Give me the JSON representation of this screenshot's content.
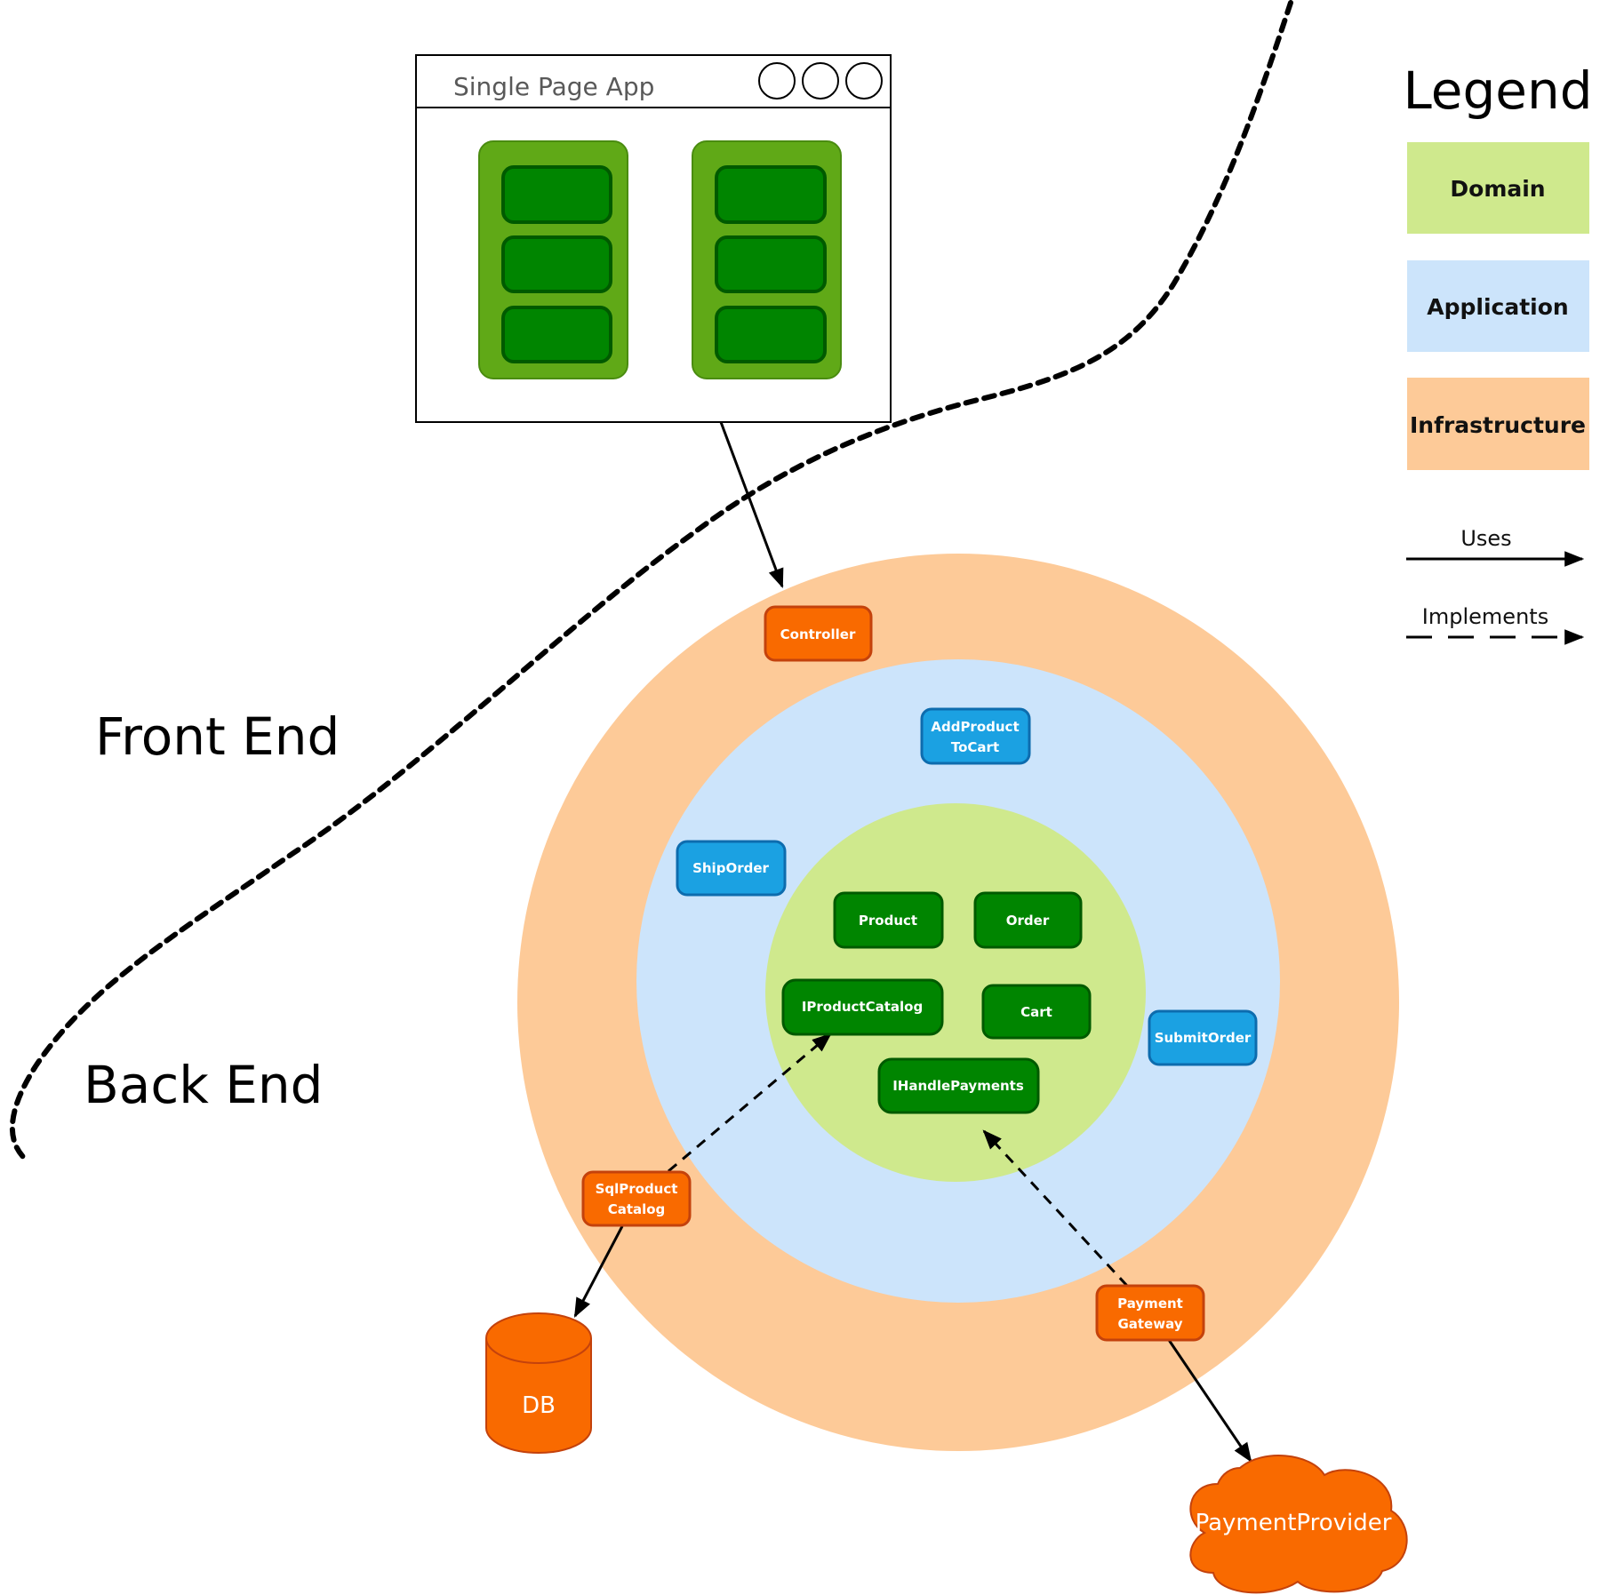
{
  "diagram": {
    "browser_window": {
      "title": "Single Page App",
      "window_buttons": [
        "window-button",
        "window-button",
        "window-button"
      ],
      "panels": [
        {
          "widgets": 3
        },
        {
          "widgets": 3
        }
      ]
    },
    "regions": {
      "front_end": "Front End",
      "back_end": "Back End"
    },
    "layers": [
      {
        "id": "infrastructure",
        "name": "Infrastructure",
        "color": "#fdca98"
      },
      {
        "id": "application",
        "name": "Application",
        "color": "#cce4fb"
      },
      {
        "id": "domain",
        "name": "Domain",
        "color": "#cfe98d"
      }
    ],
    "nodes": {
      "controller": {
        "lines": [
          "Controller"
        ],
        "layer": "infrastructure"
      },
      "add_product_to_cart": {
        "lines": [
          "AddProduct",
          "ToCart"
        ],
        "layer": "application"
      },
      "ship_order": {
        "lines": [
          "ShipOrder"
        ],
        "layer": "application"
      },
      "submit_order": {
        "lines": [
          "SubmitOrder"
        ],
        "layer": "application"
      },
      "product": {
        "lines": [
          "Product"
        ],
        "layer": "domain"
      },
      "order": {
        "lines": [
          "Order"
        ],
        "layer": "domain"
      },
      "iproduct_catalog": {
        "lines": [
          "IProductCatalog"
        ],
        "layer": "domain"
      },
      "cart": {
        "lines": [
          "Cart"
        ],
        "layer": "domain"
      },
      "ihandle_payments": {
        "lines": [
          "IHandlePayments"
        ],
        "layer": "domain"
      },
      "sql_product_catalog": {
        "lines": [
          "SqlProduct",
          "Catalog"
        ],
        "layer": "infrastructure"
      },
      "payment_gateway": {
        "lines": [
          "Payment",
          "Gateway"
        ],
        "layer": "infrastructure"
      }
    },
    "externals": {
      "db": "DB",
      "payment_provider": "PaymentProvider"
    },
    "edges": [
      {
        "from": "Single Page App",
        "to": "Controller",
        "type": "uses"
      },
      {
        "from": "SqlProductCatalog",
        "to": "IProductCatalog",
        "type": "implements"
      },
      {
        "from": "SqlProductCatalog",
        "to": "DB",
        "type": "uses"
      },
      {
        "from": "PaymentGateway",
        "to": "IHandlePayments",
        "type": "implements"
      },
      {
        "from": "PaymentGateway",
        "to": "PaymentProvider",
        "type": "uses"
      }
    ],
    "colors": {
      "infra_node_fill": "#f96a00",
      "infra_node_border": "#c4420c",
      "app_node_fill": "#1ba1e2",
      "app_node_border": "#0d6cae",
      "domain_node_fill": "#008500",
      "domain_node_border": "#005a00",
      "spa_panel_fill": "#60a917",
      "spa_panel_border": "#4a8c10"
    }
  },
  "legend": {
    "title": "Legend",
    "items": [
      {
        "label": "Domain",
        "color": "#cfe98d"
      },
      {
        "label": "Application",
        "color": "#cce4fb"
      },
      {
        "label": "Infrastructure",
        "color": "#fdca98"
      }
    ],
    "arrows": [
      {
        "label": "Uses",
        "style": "solid"
      },
      {
        "label": "Implements",
        "style": "dashed"
      }
    ]
  }
}
